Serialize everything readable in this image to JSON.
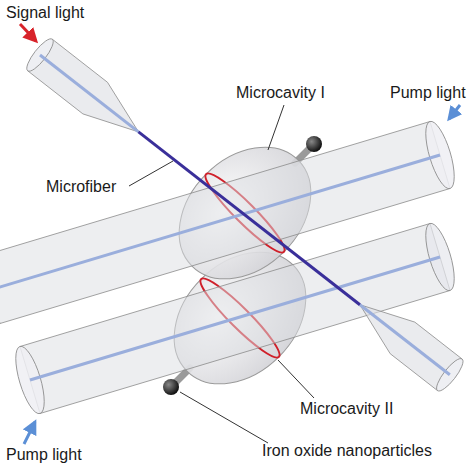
{
  "diagram": {
    "labels": [
      "Signal light",
      "Microcavity I",
      "Pump light",
      "Microfiber",
      "Microcavity II",
      "Pump light",
      "Iron oxide nanoparticles"
    ]
  }
}
